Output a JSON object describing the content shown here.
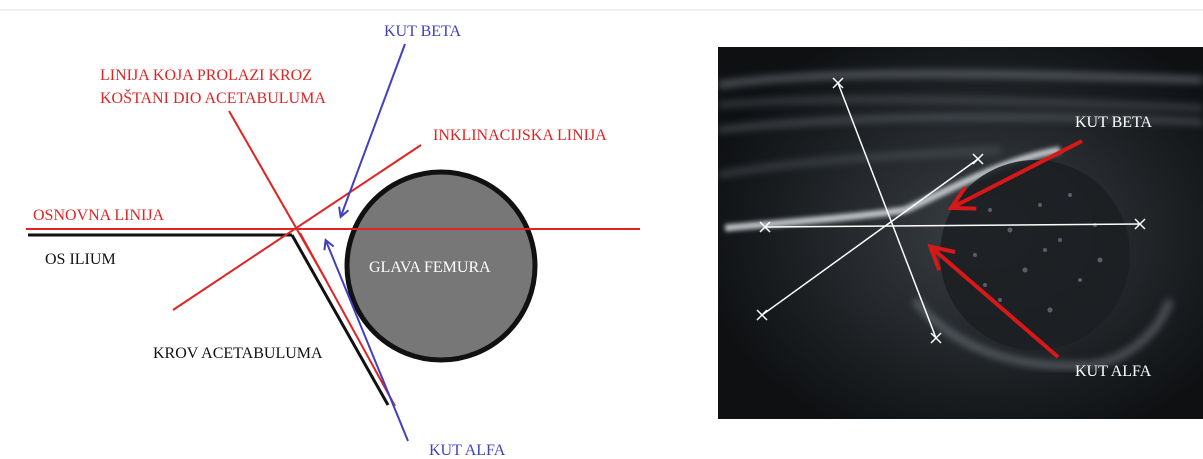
{
  "colors": {
    "red": "#e02424",
    "blue": "#4040c0",
    "black": "#111111",
    "femur_fill": "#777777",
    "ultrasound_bg": "#121416"
  },
  "diagram": {
    "labels": {
      "kut_beta": "KUT BETA",
      "linija_line1": "LINIJA KOJA PROLAZI KROZ",
      "linija_line2": "KOŠTANI DIO ACETABULUMA",
      "inklinacijska": "INKLINACIJSKA LINIJA",
      "osnovna": "OSNOVNA LINIJA",
      "os_ilium": "OS ILIUM",
      "glava_femura": "GLAVA FEMURA",
      "krov_acetabuluma": "KROV ACETABULUMA",
      "kut_alfa": "KUT ALFA"
    }
  },
  "ultrasound": {
    "labels": {
      "kut_beta": "KUT BETA",
      "kut_alfa": "KUT ALFA"
    }
  }
}
